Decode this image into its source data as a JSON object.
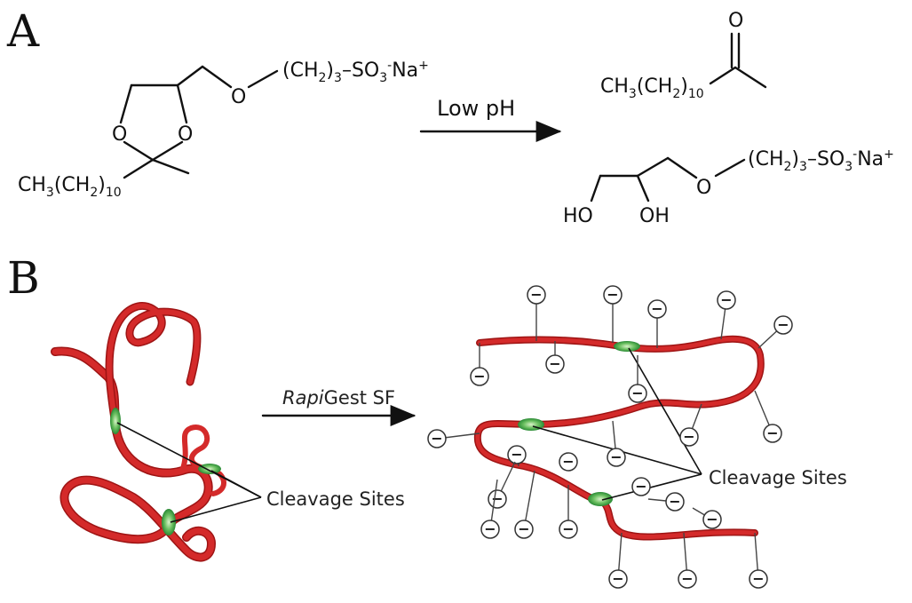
{
  "panels": {
    "a": {
      "letter": "A"
    },
    "b": {
      "letter": "B"
    }
  },
  "reaction": {
    "reactant": {
      "chain_main": "CH",
      "chain_sub1": "3",
      "chain_mid": "(CH",
      "chain_sub2": "2",
      "chain_close": ")",
      "chain_sub3": "10",
      "sulfonate_open": "(CH",
      "sulfonate_sub2": "2",
      "sulfonate_close": ")",
      "sulfonate_sub3": "3",
      "sulfonate_so": "–SO",
      "sulfonate_sub_o": "3",
      "sulfonate_minus": "-",
      "sulfonate_na": "Na",
      "sulfonate_plus": "+",
      "ring_o_left": "O",
      "ring_o_right": "O",
      "ether_o": "O"
    },
    "conditions": "Low pH",
    "product_ketone": {
      "oxygen": "O",
      "chain_main": "CH",
      "chain_sub1": "3",
      "chain_mid": "(CH",
      "chain_sub2": "2",
      "chain_close": ")",
      "chain_sub3": "10"
    },
    "product_glycerol": {
      "ho": "HO",
      "oh": "OH",
      "ether_o": "O",
      "sulfonate_open": "(CH",
      "sulfonate_sub2": "2",
      "sulfonate_close": ")",
      "sulfonate_sub3": "3",
      "sulfonate_so": "–SO",
      "sulfonate_sub_o": "3",
      "sulfonate_minus": "-",
      "sulfonate_na": "Na",
      "sulfonate_plus": "+"
    }
  },
  "denaturation": {
    "reagent_italic": "Rapi",
    "reagent_rest": "Gest SF",
    "left_label": "Cleavage Sites",
    "right_label": "Cleavage Sites",
    "charge_symbol": "−"
  },
  "colors": {
    "ribbon_red": "#d42a2a",
    "ribbon_dark": "#9e1414",
    "cleavage_green": "#3fa548",
    "ink": "#111111"
  }
}
